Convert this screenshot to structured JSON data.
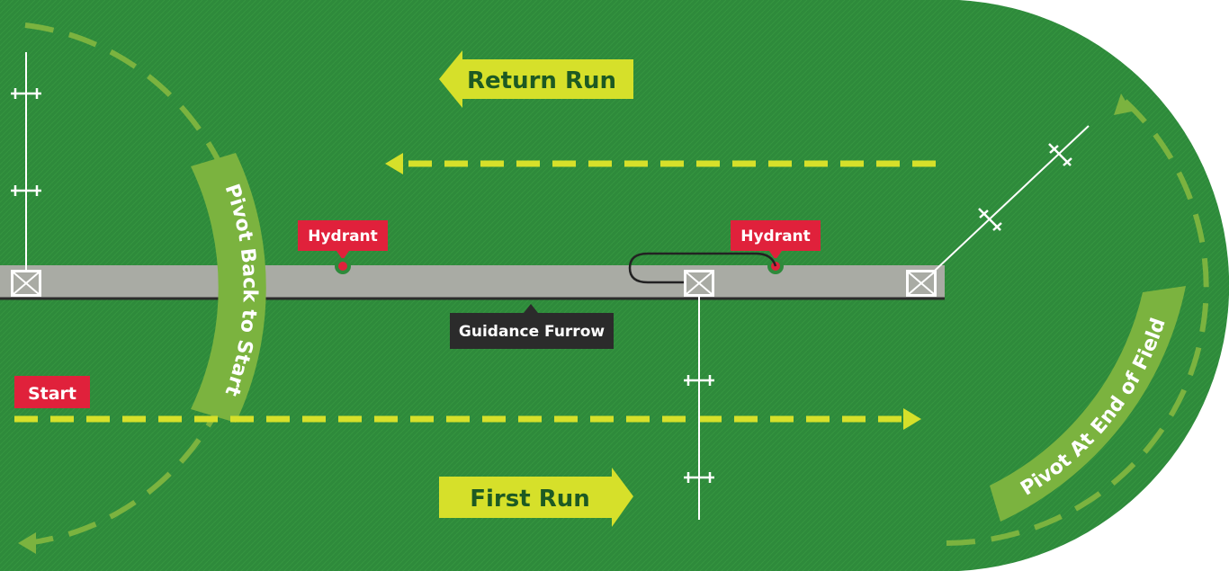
{
  "labels": {
    "return_run": "Return Run",
    "first_run": "First Run",
    "start": "Start",
    "hydrant_left": "Hydrant",
    "hydrant_right": "Hydrant",
    "guidance_furrow": "Guidance Furrow",
    "pivot_back": "Pivot Back to Start",
    "pivot_end": "Pivot At End of Field"
  },
  "colors": {
    "field": "#2e8a3b",
    "field_dark": "#1f6e2d",
    "road": "#a9aba4",
    "furrow": "#2b2b2b",
    "lime": "#d6e02a",
    "light_green": "#7bb33f",
    "dark_text_green": "#1d5a23",
    "hydrant_red": "#e0213b",
    "white": "#ffffff"
  },
  "icons": [
    "arrow-left-icon",
    "arrow-right-icon",
    "cart-icon",
    "sprinkler-icon",
    "hydrant-icon",
    "hose-icon"
  ]
}
